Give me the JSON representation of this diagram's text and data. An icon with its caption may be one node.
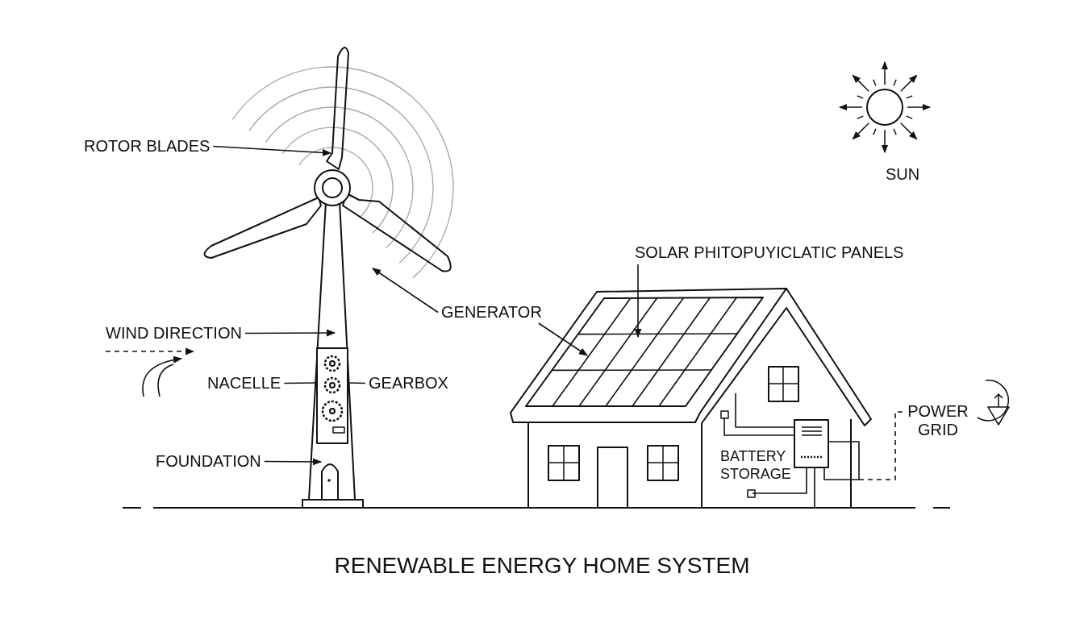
{
  "diagram": {
    "title": "RENEWABLE ENERGY HOME SYSTEM",
    "nodes": [
      {
        "text": [
          "ROTOR BLADES"
        ]
      },
      {
        "text": [
          "GENERATOR"
        ]
      },
      {
        "text": [
          "WIND DIRECTION"
        ]
      },
      {
        "text": [
          "NACELLE"
        ]
      },
      {
        "text": [
          "GEARBOX"
        ]
      },
      {
        "text": [
          "FOUNDATION"
        ]
      },
      {
        "text": [
          "SOLAR PHITOPUYICLATIC PANELS"
        ]
      },
      {
        "text": [
          "POWER GRID"
        ]
      },
      {
        "text": [],
        "shape": "picture"
      },
      {
        "text": [],
        "shape": "picture"
      }
    ],
    "edges": [
      {
        "from": 0,
        "to": null,
        "arrow": "to"
      },
      {
        "from": 1,
        "to": null,
        "arrow": "to"
      },
      {
        "from": 1,
        "to": 8,
        "arrow": "to"
      },
      {
        "from": 2,
        "to": null,
        "arrow": "to"
      },
      {
        "from": 3,
        "to": null,
        "arrow": "none"
      },
      {
        "from": 4,
        "to": null,
        "arrow": "none"
      },
      {
        "from": 5,
        "to": null,
        "arrow": "to"
      },
      {
        "from": 6,
        "to": 8,
        "arrow": "to"
      },
      {
        "from": 7,
        "to": 9,
        "arrow": "none",
        "style": "dashed"
      }
    ],
    "labels": [
      "SUN",
      "BATTERY STORAGE"
    ]
  }
}
